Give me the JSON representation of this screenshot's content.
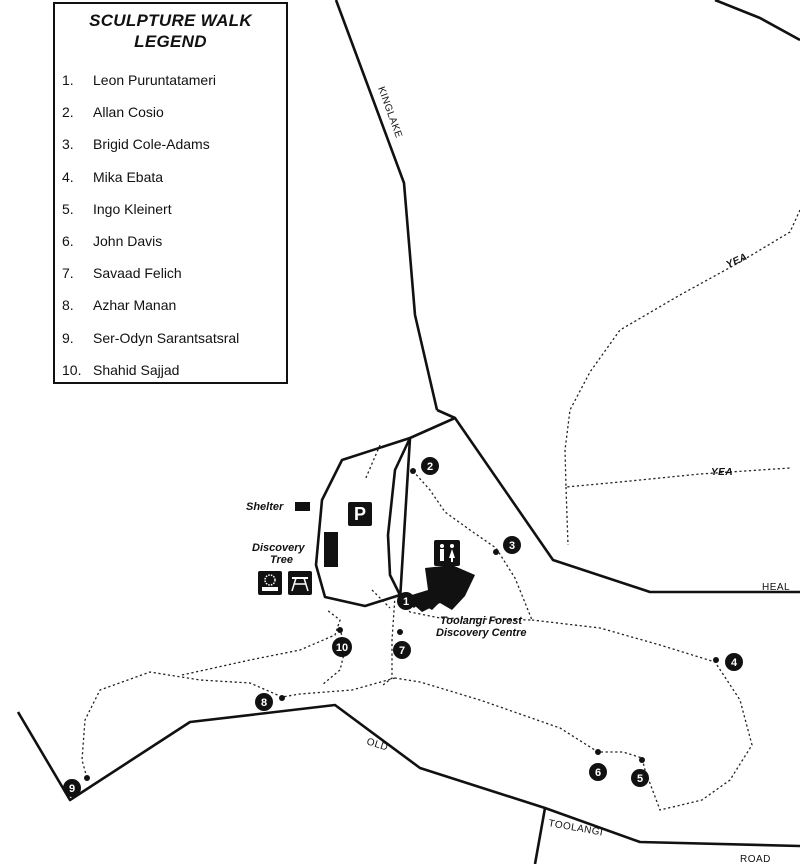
{
  "legend": {
    "title_line1": "SCULPTURE WALK",
    "title_line2": "LEGEND",
    "items": [
      {
        "num": "1.",
        "name": "Leon Puruntatameri"
      },
      {
        "num": "2.",
        "name": "Allan Cosio"
      },
      {
        "num": "3.",
        "name": "Brigid Cole-Adams"
      },
      {
        "num": "4.",
        "name": "Mika Ebata"
      },
      {
        "num": "5.",
        "name": "Ingo Kleinert"
      },
      {
        "num": "6.",
        "name": "John Davis"
      },
      {
        "num": "7.",
        "name": "Savaad Felich"
      },
      {
        "num": "8.",
        "name": "Azhar Manan"
      },
      {
        "num": "9.",
        "name": "Ser-Odyn Sarantsatsral"
      },
      {
        "num": "10.",
        "name": "Shahid Sajjad"
      }
    ]
  },
  "roads": {
    "kinglake": "KINGLAKE",
    "yea_upper": "YEA",
    "yea_lower": "YEA",
    "heal": "HEAL",
    "old": "OLD",
    "toolangi": "TOOLANGI",
    "road": "ROAD"
  },
  "places": {
    "shelter": "Shelter",
    "discovery_tree_line1": "Discovery",
    "discovery_tree_line2": "Tree",
    "centre_line1": "Toolangi Forest",
    "centre_line2": "Discovery Centre",
    "parking": "P"
  },
  "markers": [
    "1",
    "2",
    "3",
    "4",
    "5",
    "6",
    "7",
    "8",
    "9",
    "10"
  ],
  "icons": [
    "parking-icon",
    "toilets-icon",
    "picnic-table-icon",
    "barbecue-icon",
    "shelter-icon",
    "discovery-tree-icon",
    "discovery-centre-building-icon"
  ],
  "colors": {
    "ink": "#111111",
    "paper": "#ffffff"
  }
}
